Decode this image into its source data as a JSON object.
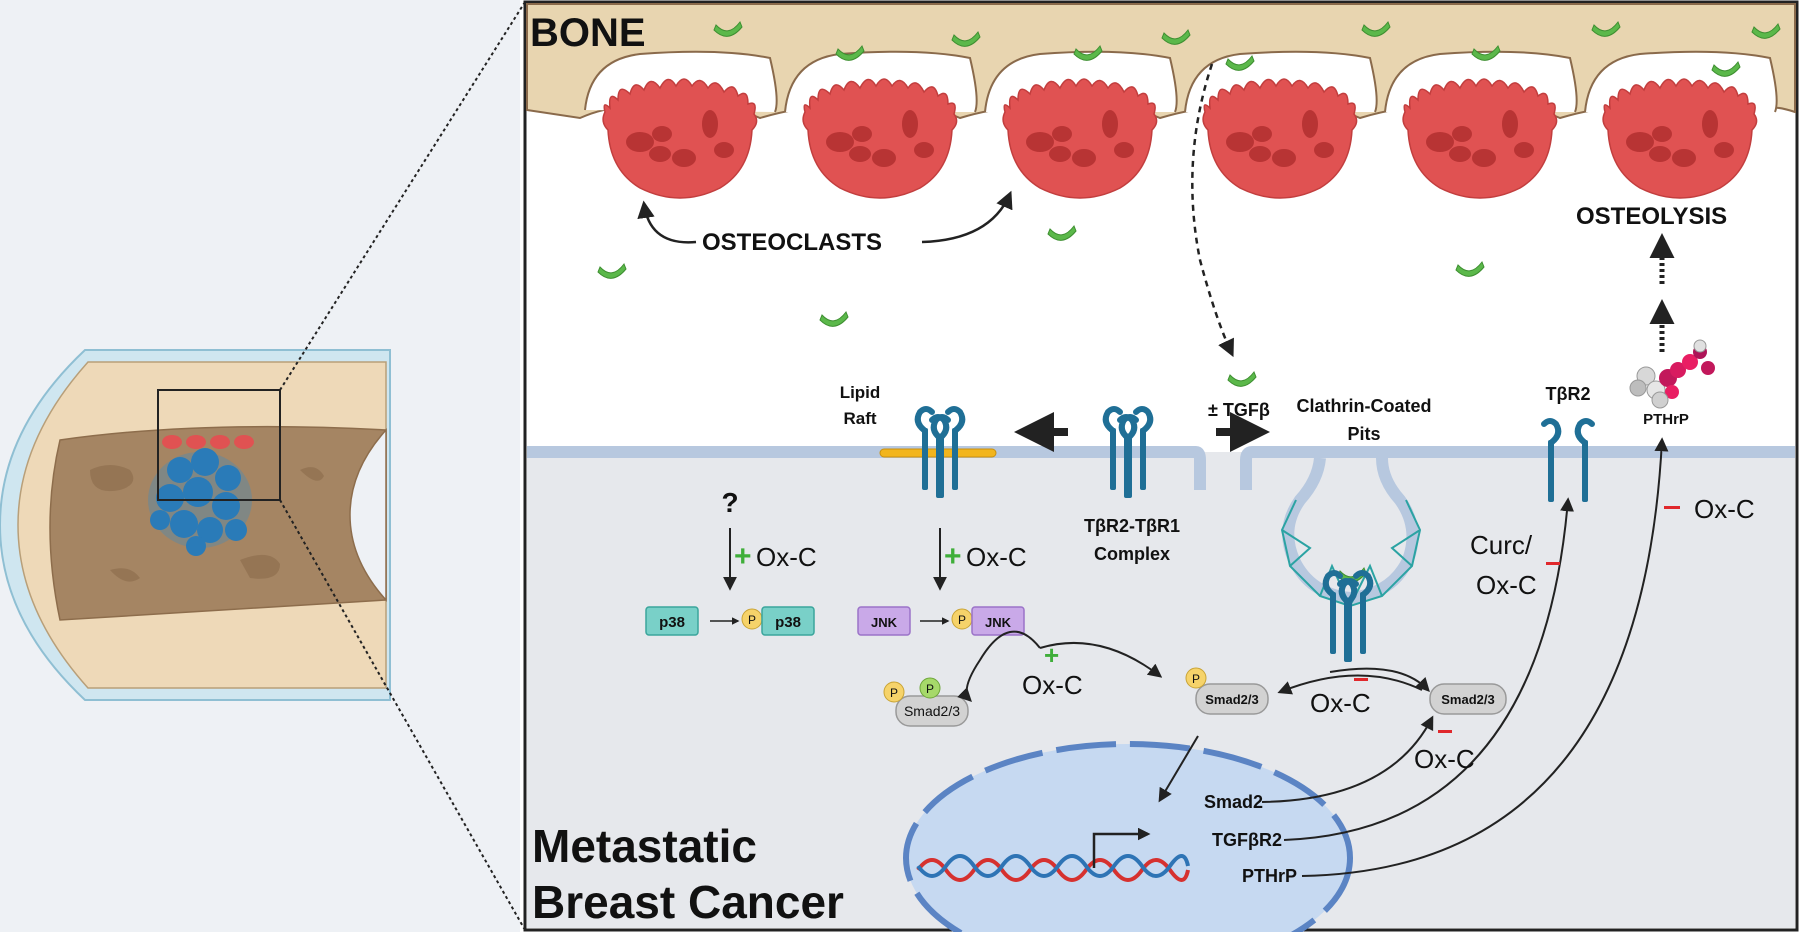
{
  "colors": {
    "bone": "#e8d5b0",
    "osteoclast": "#e05252",
    "tgfb_fragment": "#5bb84a",
    "membrane": "#b7c8df",
    "cytoplasm": "#e6e8ec",
    "nucleus": "#c6d9f1",
    "receptor": "#1f6f96",
    "lipid_raft": "#f2b51d",
    "p38_box": "#79d0c8",
    "jnk_box": "#c9a9e8",
    "phospho": "#f6d36a",
    "plus_sign": "#3fae3a",
    "minus_sign": "#e0282c"
  },
  "labels": {
    "bone": "BONE",
    "osteoclasts": "OSTEOCLASTS",
    "osteolysis": "OSTEOLYSIS",
    "lipid_raft": [
      "Lipid",
      "Raft"
    ],
    "tgfb": "± TGFβ",
    "clathrin_pits": [
      "Clathrin-Coated",
      "Pits"
    ],
    "tbr2": "TβR2",
    "pthrp_protein": "PTHrP",
    "complex": [
      "TβR2-TβR1",
      "Complex"
    ],
    "question": "?",
    "oxc": "Ox-C",
    "curc_oxc": [
      "Curc/",
      "Ox-C"
    ],
    "p38": "p38",
    "jnk": "JNK",
    "p": "P",
    "smad23": "Smad2/3",
    "gene_smad2": "Smad2",
    "gene_tgfbr2": "TGFβR2",
    "gene_pthrp": "PTHrP",
    "title": [
      "Metastatic",
      "Breast Cancer"
    ],
    "plus": "+",
    "minus": "−"
  }
}
